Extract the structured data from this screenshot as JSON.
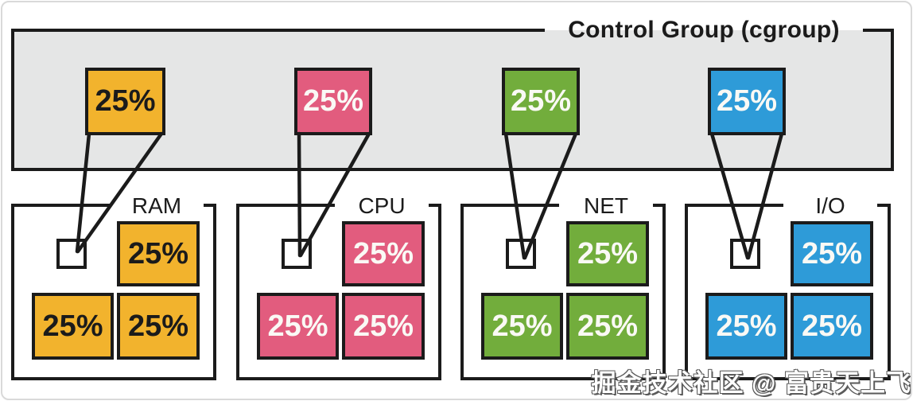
{
  "diagram": {
    "title": "Control Group (cgroup)",
    "top_shares": [
      {
        "value": "25%",
        "resource": "RAM",
        "color_name": "amber"
      },
      {
        "value": "25%",
        "resource": "CPU",
        "color_name": "pink"
      },
      {
        "value": "25%",
        "resource": "NET",
        "color_name": "green"
      },
      {
        "value": "25%",
        "resource": "I/O",
        "color_name": "blue"
      }
    ],
    "groups": [
      {
        "label": "RAM",
        "color_name": "amber",
        "shares": [
          "25%",
          "25%",
          "25%"
        ]
      },
      {
        "label": "CPU",
        "color_name": "pink",
        "shares": [
          "25%",
          "25%",
          "25%"
        ]
      },
      {
        "label": "NET",
        "color_name": "green",
        "shares": [
          "25%",
          "25%",
          "25%"
        ]
      },
      {
        "label": "I/O",
        "color_name": "blue",
        "shares": [
          "25%",
          "25%",
          "25%"
        ]
      }
    ],
    "watermark": "掘金技术社区 @ 富贵天上飞"
  },
  "colors": {
    "amber": "#F2B32D",
    "pink": "#E25C7E",
    "green": "#72AD3C",
    "blue": "#2E9BD8",
    "panel_gray": "#E5E6E6",
    "line_black": "#1B1B1B",
    "text_on_amber": "#1B1B1B",
    "text_light": "#FAF9F5"
  }
}
